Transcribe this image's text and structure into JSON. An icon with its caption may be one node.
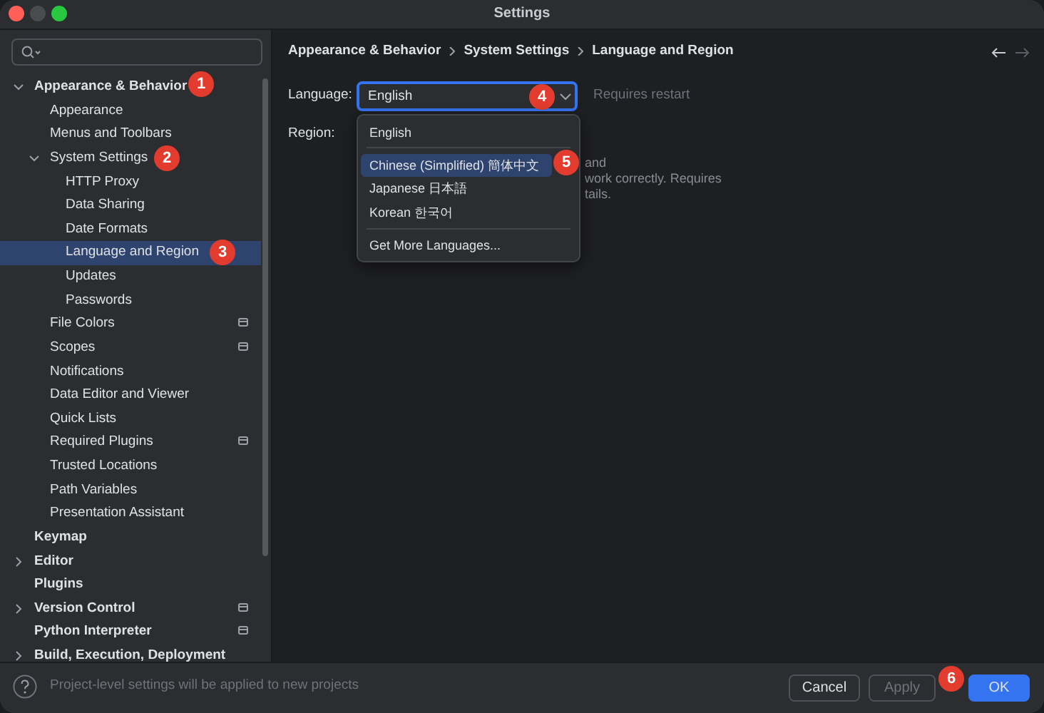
{
  "diagram": {
    "title": "Settings",
    "nodes": [
      {
        "text": [],
        "shape": "box"
      },
      {
        "text": [
          "Language and Region"
        ],
        "in": 0
      },
      {
        "text": [
          "English"
        ],
        "in": 0
      },
      {
        "text": [],
        "shape": "box",
        "in": 0
      },
      {
        "text": [
          "English"
        ],
        "in": 3
      },
      {
        "text": [
          "Chinese (Simplified) 簡体中文"
        ],
        "in": 3
      },
      {
        "text": [
          "Japanese 日本語"
        ],
        "in": 3
      },
      {
        "text": [
          "Korean 한국어"
        ],
        "in": 3
      },
      {
        "text": [
          "Get More Languages..."
        ],
        "in": 3
      },
      {
        "text": [
          "Cancel"
        ],
        "in": 0
      },
      {
        "text": [
          "Apply"
        ],
        "in": 0
      },
      {
        "text": [
          "OK"
        ],
        "in": 0
      },
      {
        "text": [
          "1"
        ],
        "in": 0
      },
      {
        "text": [
          "2"
        ],
        "in": 0
      },
      {
        "text": [
          "3"
        ],
        "in": 1
      },
      {
        "text": [
          "4"
        ],
        "in": 2
      },
      {
        "text": [
          "5"
        ],
        "in": 3
      },
      {
        "text": [
          "6"
        ],
        "in": 0
      }
    ],
    "labels": [
      "Appearance & Behavior",
      "Appearance",
      "Menus and Toolbars",
      "System Settings",
      "HTTP Proxy",
      "Data Sharing",
      "Date Formats",
      "Updates",
      "Passwords",
      "File Colors",
      "Scopes",
      "Notifications",
      "Data Editor and Viewer",
      "Quick Lists",
      "Required Plugins",
      "Trusted Locations",
      "Path Variables",
      "Presentation Assistant",
      "Keymap",
      "Editor",
      "Plugins",
      "Version Control",
      "Python Interpreter",
      "Build, Execution, Deployment",
      "Appearance & Behavior",
      "System Settings",
      "Language and Region",
      "Language:",
      "Requires restart",
      "Region:",
      "and",
      "work correctly. Requires",
      "tails.",
      "Project-level settings will be applied to new projects"
    ]
  }
}
